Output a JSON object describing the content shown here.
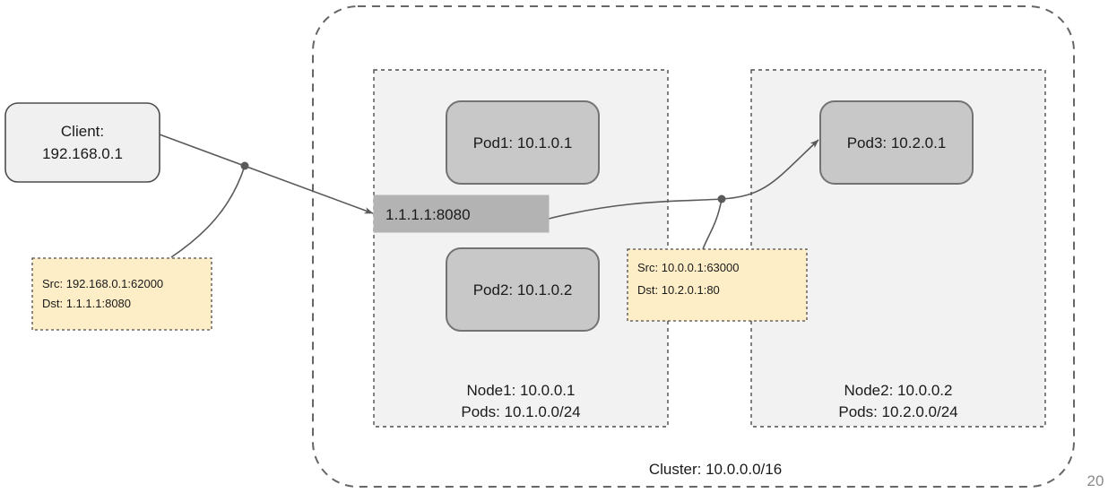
{
  "diagram": {
    "title_corner_fragment": "20",
    "client": {
      "line1": "Client:",
      "line2": "192.168.0.1",
      "fill": "#f0f0f0",
      "stroke": "#4d4d4d"
    },
    "service": {
      "label": "1.1.1.1:8080",
      "fill": "#b3b3b3",
      "stroke": "#b3b3b3"
    },
    "cluster": {
      "label": "Cluster: 10.0.0.0/16",
      "stroke": "#666666"
    },
    "nodes": [
      {
        "name": "node1",
        "line1": "Node1: 10.0.0.1",
        "line2": "Pods: 10.1.0.0/24",
        "fill": "#f2f2f2",
        "stroke": "#4d4d4d",
        "pods": [
          {
            "name": "pod1",
            "label": "Pod1: 10.1.0.1"
          },
          {
            "name": "pod2",
            "label": "Pod2: 10.1.0.2"
          }
        ]
      },
      {
        "name": "node2",
        "line1": "Node2: 10.0.0.2",
        "line2": "Pods: 10.2.0.0/24",
        "fill": "#f2f2f2",
        "stroke": "#4d4d4d",
        "pods": [
          {
            "name": "pod3",
            "label": "Pod3: 10.2.0.1"
          }
        ]
      }
    ],
    "pod_style": {
      "fill": "#c8c8c8",
      "stroke": "#737373"
    },
    "annotations": [
      {
        "name": "client-to-service-packet",
        "line1": "Src: 192.168.0.1:62000",
        "line2": "Dst: 1.1.1.1:8080",
        "fill": "#fdeec8",
        "stroke": "#4d4d4d"
      },
      {
        "name": "service-to-pod3-packet",
        "line1": "Src: 10.0.0.1:63000",
        "line2": "Dst: 10.2.0.1:80",
        "fill": "#fdeec8",
        "stroke": "#4d4d4d"
      }
    ],
    "edges": [
      {
        "name": "client-to-service",
        "stroke": "#5a5a5a"
      },
      {
        "name": "service-to-pod3",
        "stroke": "#5a5a5a"
      },
      {
        "name": "annotation1-leader",
        "stroke": "#5a5a5a"
      },
      {
        "name": "annotation2-leader",
        "stroke": "#5a5a5a"
      }
    ]
  }
}
